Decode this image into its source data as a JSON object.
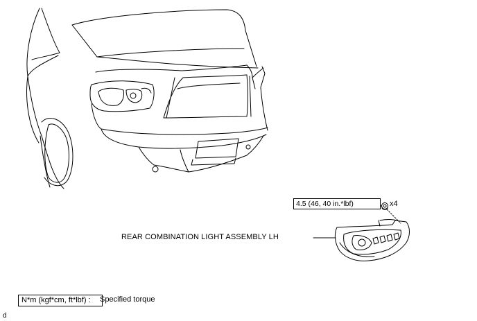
{
  "torque": {
    "value_label": "4.5 (46, 40 in.*lbf)",
    "quantity": "x4"
  },
  "part": {
    "label": "REAR COMBINATION LIGHT ASSEMBLY LH"
  },
  "legend": {
    "unit_box": "N*m (kgf*cm, ft*lbf) :",
    "description": "Specified torque"
  },
  "corner_mark": "d"
}
